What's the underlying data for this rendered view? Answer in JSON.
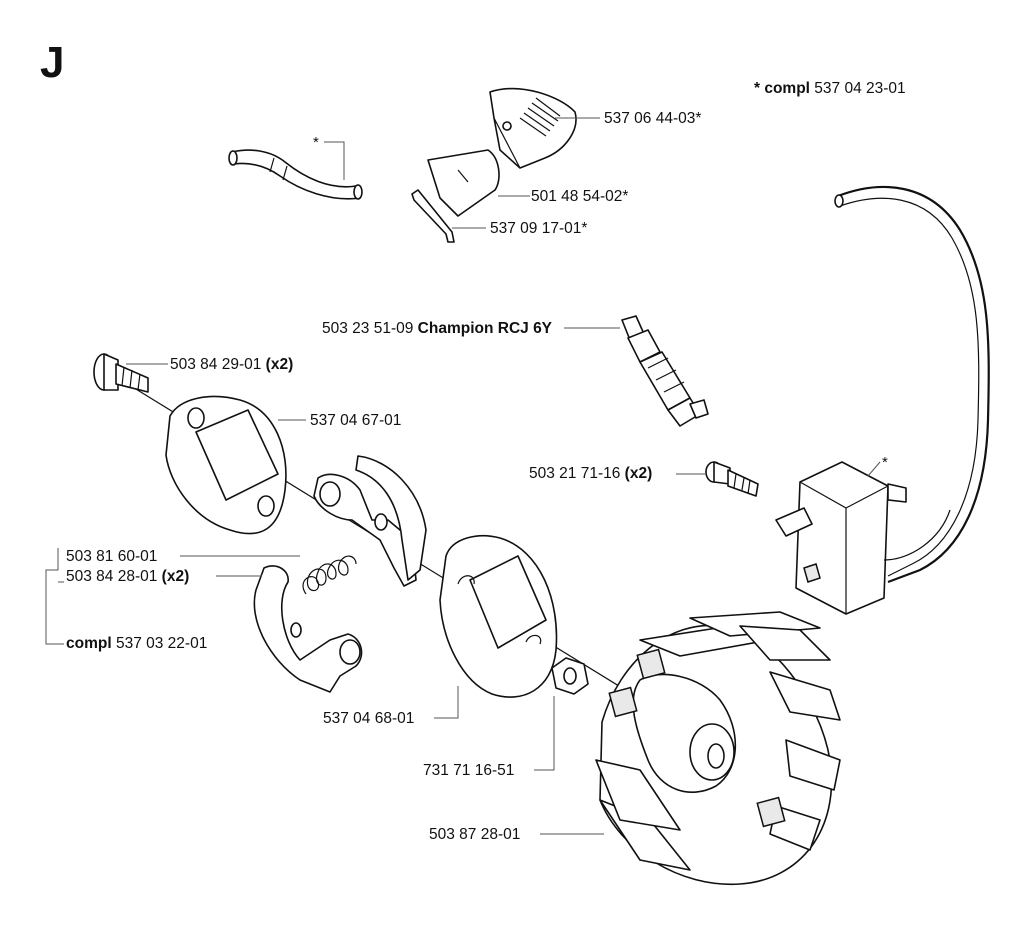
{
  "section_letter": "J",
  "kit_note": {
    "prefix": "* compl",
    "number": "537 04 23-01"
  },
  "labels": {
    "deflector": "537 06 44-03*",
    "plate": "501 48 54-02*",
    "pin": "537 09 17-01*",
    "spark_plug": {
      "number": "503 23 51-09",
      "desc": "Champion RCJ 6Y"
    },
    "screw_top": {
      "number": "503 84 29-01",
      "qty": "(x2)"
    },
    "clutch_plate_top": "537 04 67-01",
    "coil_screw": {
      "number": "503 21 71-16",
      "qty": "(x2)"
    },
    "spring": "503 81 60-01",
    "shoe_screw": {
      "number": "503 84 28-01",
      "qty": "(x2)"
    },
    "clutch_compl": {
      "prefix": "compl",
      "number": "537 03 22-01"
    },
    "clutch_plate_bottom": "537 04 68-01",
    "nut": "731 71 16-51",
    "flywheel": "503 87 28-01"
  },
  "stars": {
    "hose": "*",
    "coil": "*"
  }
}
